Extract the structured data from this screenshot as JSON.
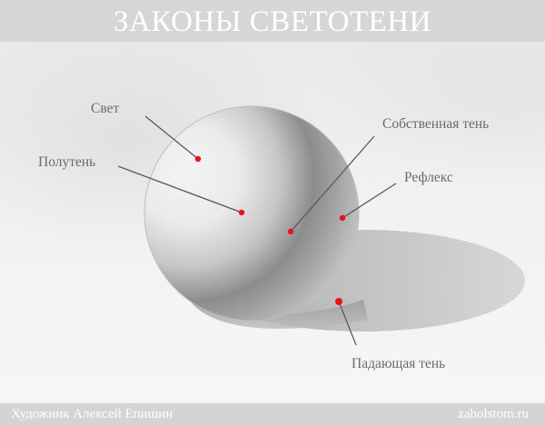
{
  "header": {
    "title": "ЗАКОНЫ СВЕТОТЕНИ"
  },
  "labels": {
    "light": "Свет",
    "halftone": "Полутень",
    "core_shadow": "Собственная тень",
    "reflex": "Рефлекс",
    "cast_shadow": "Падающая тень"
  },
  "colors": {
    "marker": "#e8131b",
    "leader_line": "#5a5a5a",
    "header_bg": "#d6d6d6",
    "footer_bg": "#d4d4d4",
    "label_text": "#6a6a6a"
  },
  "footer": {
    "author": "Художник Алексей Епишин",
    "site": "zaholstom.ru"
  }
}
